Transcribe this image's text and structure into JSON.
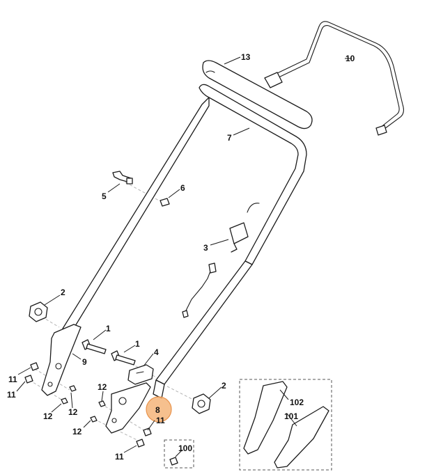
{
  "labels": {
    "p13": "13",
    "p10": "10",
    "p7": "7",
    "p5": "5",
    "p6": "6",
    "p3": "3",
    "p2a": "2",
    "p1a": "1",
    "p1b": "1",
    "p9": "9",
    "p4": "4",
    "p11a": "11",
    "p11b": "11",
    "p12a": "12",
    "p12b": "12",
    "p12c": "12",
    "p12d": "12",
    "p2b": "2",
    "p8": "8",
    "p11c": "11",
    "p11d": "11",
    "p100": "100",
    "p102": "102",
    "p101": "101"
  },
  "colors": {
    "highlight": "#f5b57a",
    "highlight_stroke": "#e8924a",
    "line": "#1a1a1a"
  }
}
